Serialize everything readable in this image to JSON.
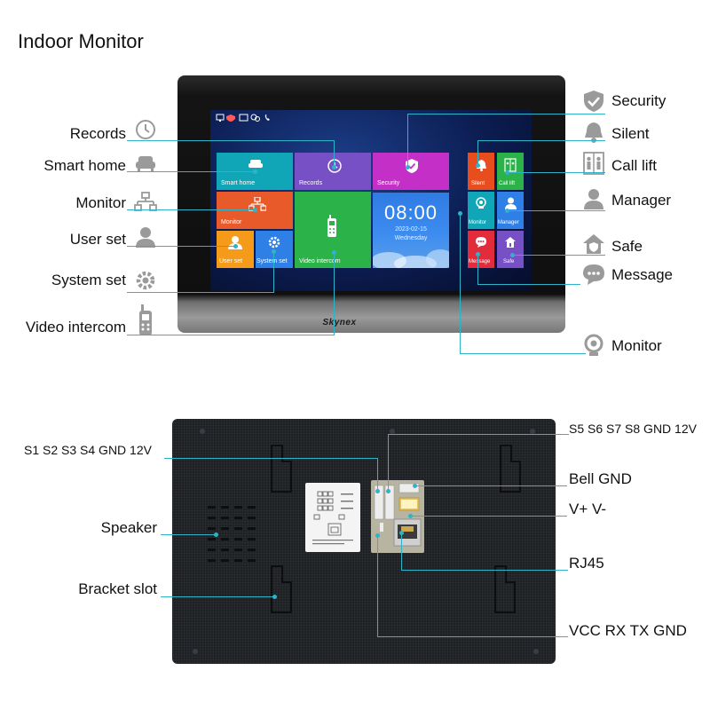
{
  "title": "Indoor Monitor",
  "brand": "Skynex",
  "front_labels_left": [
    "Records",
    "Smart home",
    "Monitor",
    "User set",
    "System set",
    "Video intercom"
  ],
  "front_labels_right": [
    "Security",
    "Silent",
    "Call lift",
    "Manager",
    "Safe",
    "Message",
    "Monitor"
  ],
  "screen": {
    "tiles": {
      "smart_home": "Smart home",
      "records": "Records",
      "security": "Security",
      "monitor": "Monitor",
      "video_intercom": "Video intercom",
      "user_set": "User set",
      "system_set": "System set",
      "silent": "Silent",
      "call_lift": "Call lift",
      "monitor2": "Monitor",
      "manager": "Manager",
      "message": "Message",
      "safe": "Safe"
    },
    "clock": {
      "time": "08:00",
      "date": "2023-02-15",
      "day": "Wednesday"
    }
  },
  "back_labels": {
    "s_left": "S1 S2 S3 S4 GND 12V",
    "s_right": "S5 S6 S7 S8 GND 12V",
    "bell": "Bell GND",
    "power": "V+ V-",
    "rj45": "RJ45",
    "speaker": "Speaker",
    "bracket": "Bracket slot",
    "vcc": "VCC RX TX GND"
  },
  "colors": {
    "connector": "#2fb3c8",
    "icon_gray": "#9a9a9a"
  }
}
